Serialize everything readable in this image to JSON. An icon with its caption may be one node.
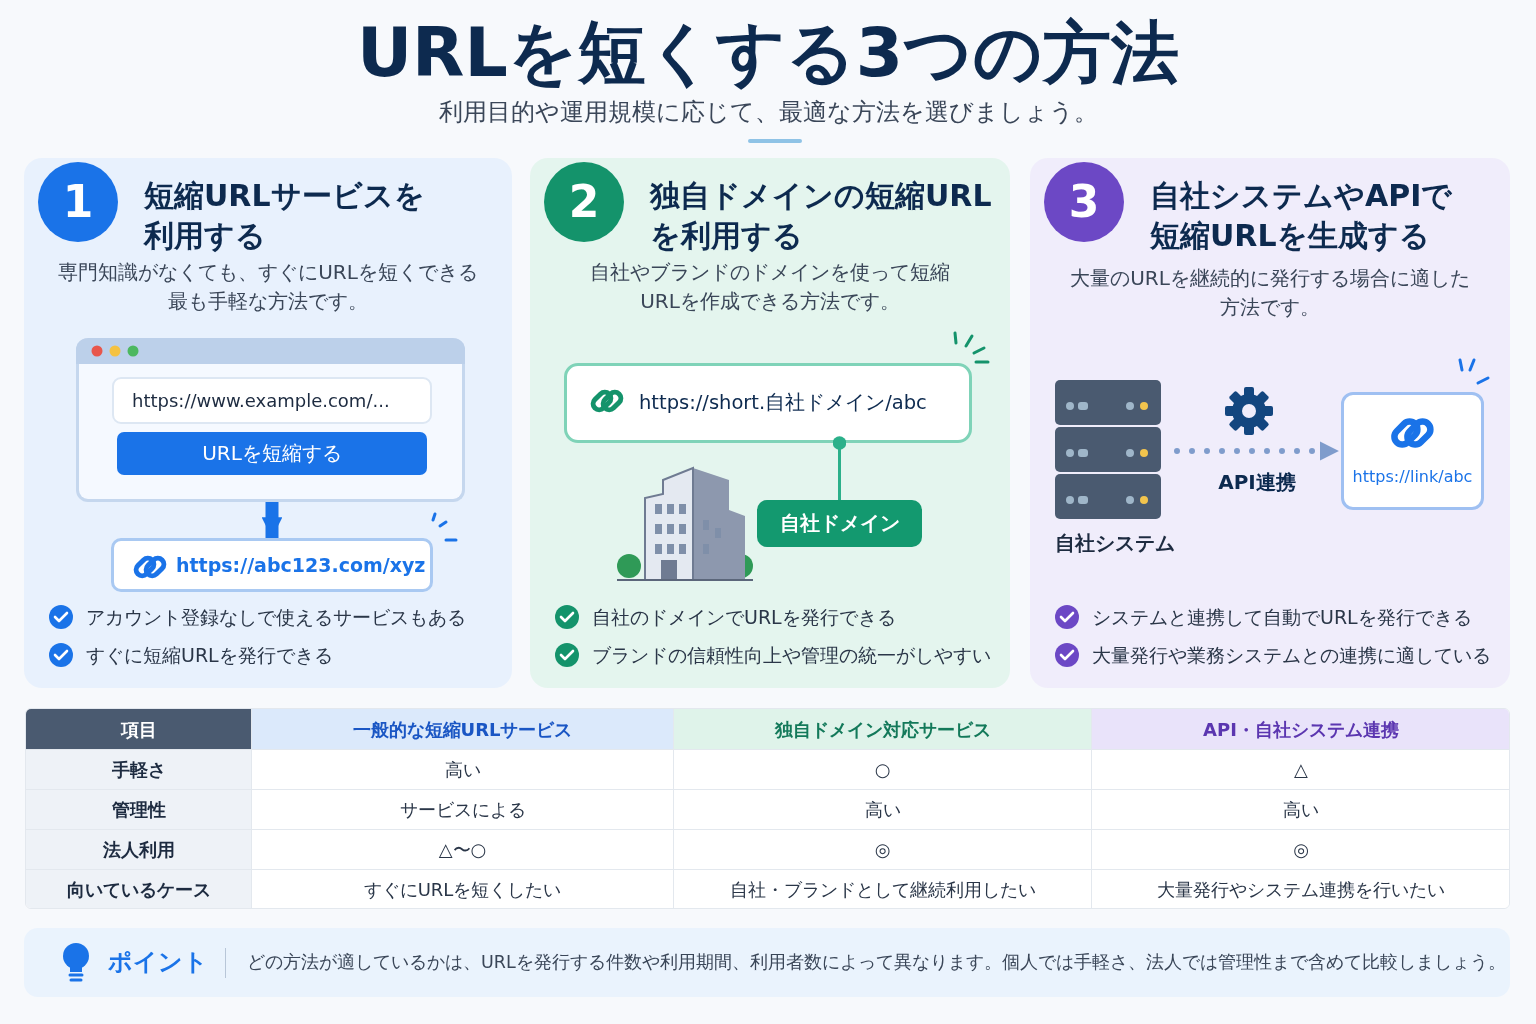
{
  "diagram": {
    "title": "URLを短くする3つの方法",
    "nodes": [
      {
        "text": [
          "1",
          "短縮URLサービスを利用する",
          "専門知識がなくても、すぐにURLを短くできる最も手軽な方法です。",
          "アカウント登録なしで使えるサービスもある",
          "すぐに短縮URLを発行できる"
        ]
      },
      {
        "text": [
          "https://www.example.com/...",
          "URLを短縮する"
        ],
        "in": 0
      },
      {
        "text": [
          "https://abc123.com/xyz"
        ],
        "in": 0
      },
      {
        "text": [
          "2",
          "独自ドメインの短縮URLを利用する",
          "自社やブランドのドメインを使って短縮URLを作成できる方法です。",
          "自社のドメインでURLを発行できる",
          "ブランドの信頼性向上や管理の統一がしやすい"
        ]
      },
      {
        "text": [
          "https://short.自社ドメイン/abc"
        ],
        "in": 3
      },
      {
        "text": [
          "自社ドメイン"
        ],
        "in": 3
      },
      {
        "text": [
          "3",
          "自社システムやAPIで短縮URLを生成する",
          "大量のURLを継続的に発行する場合に適した方法です。",
          "システムと連携して自動でURLを発行できる",
          "大量発行や業務システムとの連携に適している"
        ]
      },
      {
        "text": [],
        "shape": "picture",
        "beside": [
          "自社システム"
        ],
        "in": 6
      },
      {
        "text": [
          "https://link/abc"
        ],
        "in": 6
      },
      {
        "text": [
          "ポイント",
          "どの方法が適しているかは、URLを発行する件数や利用期間、利用者数によって異なります。個人では手軽さ、法人では管理性まで含めて比較しましょう。"
        ]
      }
    ],
    "edges": [
      {
        "from": 1,
        "to": 2,
        "arrow": "to",
        "style": "thick",
        "color": "#1a73e8"
      },
      {
        "from": 5,
        "to": 4,
        "arrow": "other",
        "color": "#2bb08a"
      },
      {
        "from": 7,
        "to": 8,
        "arrow": "to",
        "label": "API連携",
        "style": "dashed",
        "color": "#7f9ccc"
      }
    ],
    "labels": [
      "利用目的や運用規模に応じて、最適な方法を選びましょう。",
      "項目",
      "一般的な短縮URLサービス",
      "独自ドメイン対応サービス",
      "API・自社システム連携",
      "手軽さ",
      "高い",
      "○",
      "△",
      "管理性",
      "サービスによる",
      "高い",
      "高い",
      "法人利用",
      "△〜○",
      "◎",
      "◎",
      "向いているケース",
      "すぐにURLを短くしたい",
      "自社・ブランドとして継続利用したい",
      "大量発行やシステム連携を行いたい"
    ]
  }
}
